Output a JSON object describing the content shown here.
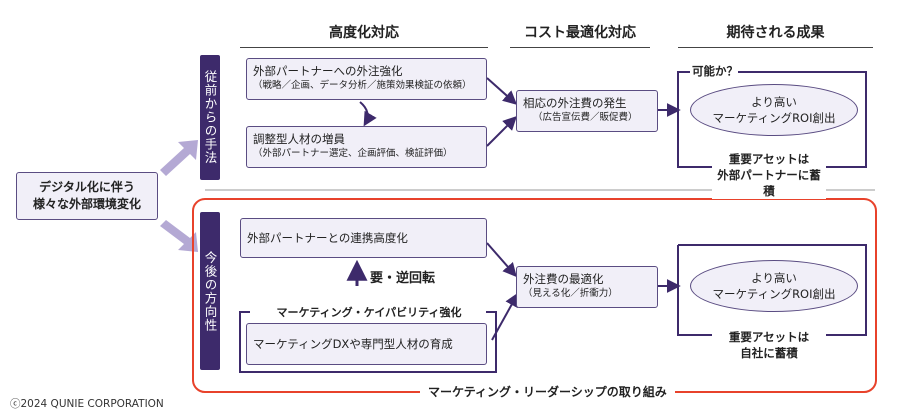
{
  "headers": {
    "col1": "高度化対応",
    "col2": "コスト最適化対応",
    "col3": "期待される成果"
  },
  "left_box": {
    "line1": "デジタル化に伴う",
    "line2": "様々な外部環境変化"
  },
  "sidebar_top": "従前からの手法",
  "sidebar_bottom": "今後の方向性",
  "top": {
    "box1_title": "外部パートナーへの外注強化",
    "box1_sub": "（戦略／企画、データ分析／施策効果検証の依頼）",
    "box2_title": "調整型人材の増員",
    "box2_sub": "（外部パートナー選定、企画評価、検証評価）",
    "cost_title": "相応の外注費の発生",
    "cost_sub": "（広告宣伝費／販促費）",
    "question": "可能か？",
    "ellipse_line1": "より高い",
    "ellipse_line2": "マーケティングROI創出",
    "asset_line1": "重要アセットは",
    "asset_line2": "外部パートナーに蓄積"
  },
  "bottom": {
    "box1_title": "外部パートナーとの連携高度化",
    "reverse": "要・逆回転",
    "capability": "マーケティング・ケイパビリティ強化",
    "box2_title": "マーケティングDXや専門型人材の育成",
    "cost_title": "外注費の最適化",
    "cost_sub": "（見える化／折衝力）",
    "ellipse_line1": "より高い",
    "ellipse_line2": "マーケティングROI創出",
    "asset_line1": "重要アセットは",
    "asset_line2": "自社に蓄積",
    "leadership": "マーケティング・リーダーシップの取り組み"
  },
  "copyright": "ⓒ2024 QUNIE CORPORATION",
  "colors": {
    "purple_dark": "#3d2a6b",
    "box_fill": "#f1eff8",
    "arrow_light": "#b4a9d4",
    "red": "#e8422b"
  }
}
